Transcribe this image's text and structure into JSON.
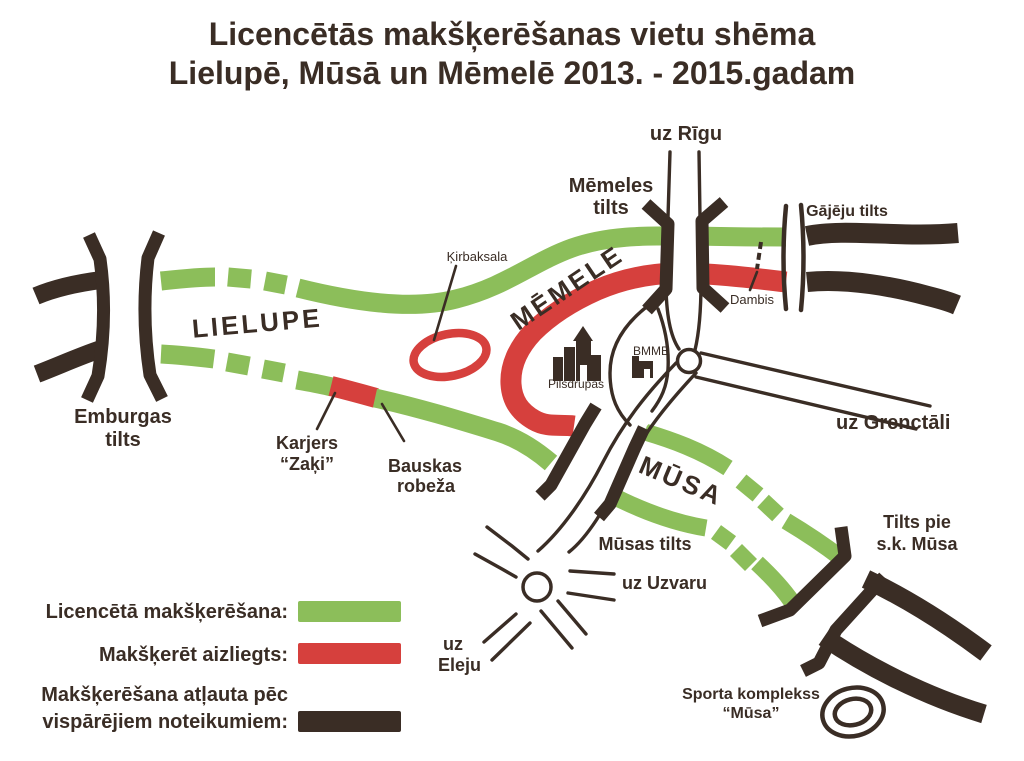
{
  "title": {
    "line1": "Licencētās makšķerēšanas vietu shēma",
    "line2": "Lielupē, Mūsā un Mēmelē 2013. - 2015.gadam"
  },
  "rivers": {
    "lielupe": "LIELUPE",
    "memele": "MĒMELE",
    "musa": "MŪSA"
  },
  "places": {
    "uz_rigu": "uz Rīgu",
    "memeles_tilts": [
      "Mēmeles",
      "tilts"
    ],
    "gajeju_tilts": "Gājēju tilts",
    "dambis": "Dambis",
    "kirbaksala": "Ķirbaksala",
    "emburgas_tilts": [
      "Emburgas",
      "tilts"
    ],
    "karjers_zaki": [
      "Karjers",
      "“Zaķi”"
    ],
    "bauskas_robeza": [
      "Bauskas",
      "robeža"
    ],
    "pilsdrupas": "Pilsdrupas",
    "bmmb": "BMMB",
    "uz_grenctali": "uz Grenctāli",
    "musas_tilts": "Mūsas tilts",
    "uz_uzvaru": "uz Uzvaru",
    "uz_eleju": [
      "uz",
      "Eleju"
    ],
    "tilts_pie_sk_musa": [
      "Tilts pie",
      "s.k. Mūsa"
    ],
    "sporta_komplekss": [
      "Sporta komplekss",
      "“Mūsa”"
    ]
  },
  "legend": {
    "licensed": "Licencētā makšķerēšana:",
    "forbidden": "Makšķerēt aizliegts:",
    "general": [
      "Makšķerēšana atļauta pēc",
      "vispārējiem noteikumiem:"
    ]
  },
  "icons": {
    "pilsdrupas": "castle-ruins-icon",
    "bmmb": "building-icon",
    "sporta_komplekss": "stadium-oval-icon",
    "dambis": "dam-dashed-line-icon",
    "kirbaksala": "island-ellipse-icon"
  },
  "colors": {
    "licensed_green": "#8cbe5a",
    "forbidden_red": "#d6403d",
    "general_dark": "#3a2d25",
    "background": "#ffffff"
  }
}
